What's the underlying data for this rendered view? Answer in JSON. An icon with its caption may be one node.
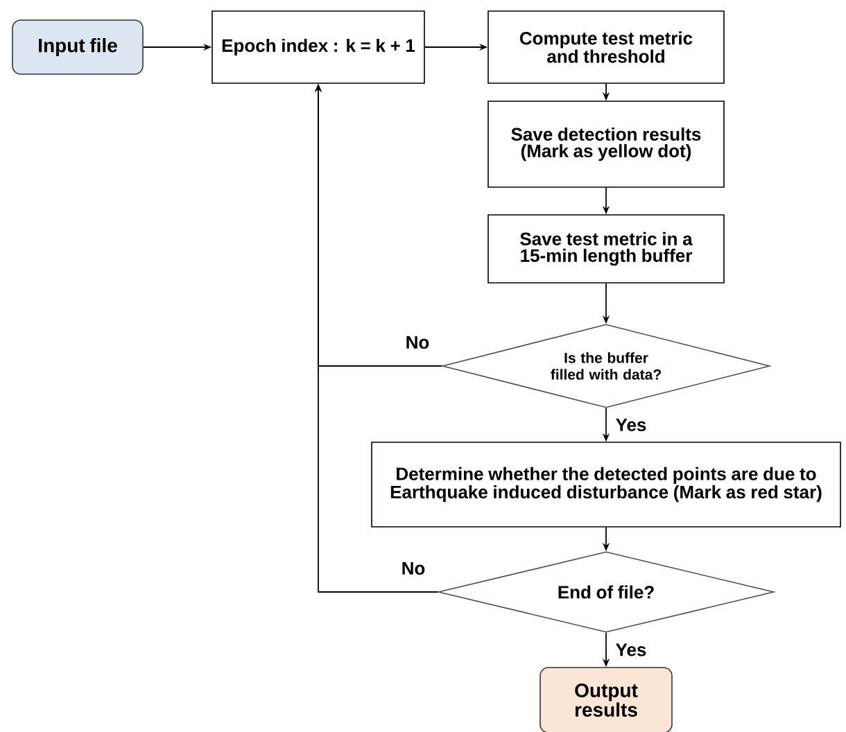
{
  "diagram": {
    "nodes": [
      {
        "text": [
          "Input file"
        ]
      },
      {
        "text": [
          "Epoch index : k = k + 1"
        ]
      },
      {
        "text": [
          "Compute test metric and threshold"
        ]
      },
      {
        "text": [
          "Save detection results (Mark as yellow dot)"
        ]
      },
      {
        "text": [
          "Save test metric in a 15-min length buffer"
        ]
      },
      {
        "text": [
          "Is the buffer filled with data?"
        ]
      },
      {
        "text": [
          "Determine whether the detected points are due to Earthquake induced disturbance (Mark as red star)"
        ]
      },
      {
        "text": [
          "End of file?"
        ]
      },
      {
        "text": [
          "Output results"
        ]
      }
    ],
    "edges": [
      {
        "from": 0,
        "to": 1,
        "arrow": "to"
      },
      {
        "from": 1,
        "to": 2,
        "arrow": "to"
      },
      {
        "from": 2,
        "to": 3,
        "arrow": "to"
      },
      {
        "from": 3,
        "to": 4,
        "arrow": "to"
      },
      {
        "from": 4,
        "to": 5,
        "arrow": "to"
      },
      {
        "from": 5,
        "to": 6,
        "arrow": "to",
        "label": "Yes"
      },
      {
        "from": 6,
        "to": 7,
        "arrow": "to"
      },
      {
        "from": 7,
        "to": 8,
        "arrow": "to",
        "label": "Yes"
      },
      {
        "from": 5,
        "to": 1,
        "arrow": "to",
        "label": "No"
      },
      {
        "from": 7,
        "to": 1,
        "arrow": "to",
        "label": "No"
      }
    ]
  }
}
